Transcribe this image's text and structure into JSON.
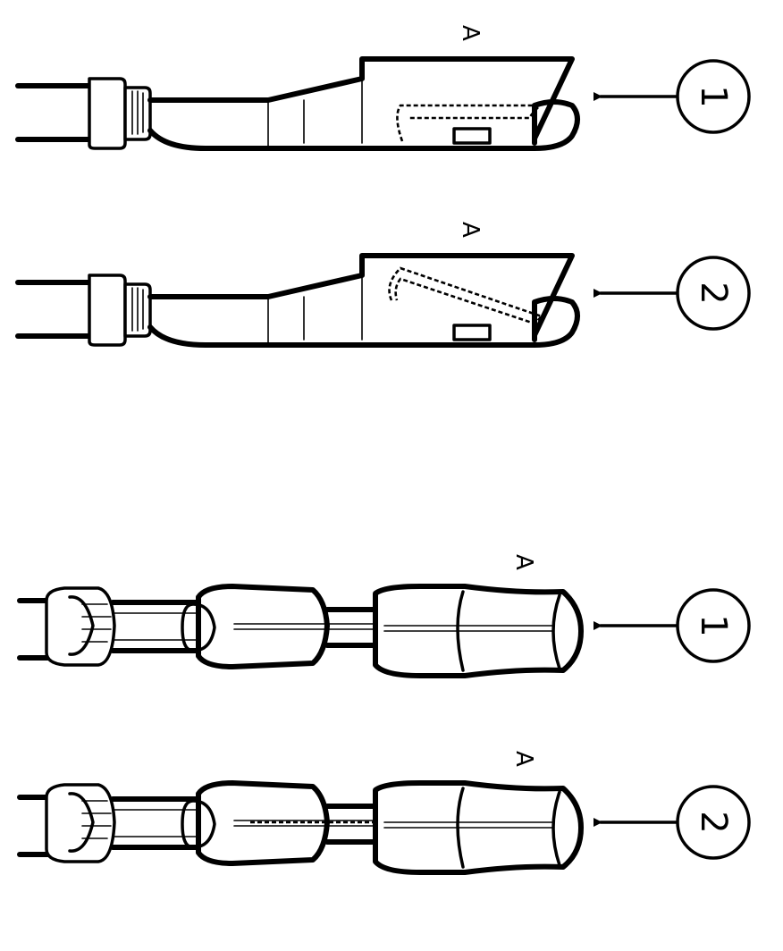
{
  "panels": [
    {
      "id": "flat-1",
      "label": "A",
      "callout": "1"
    },
    {
      "id": "flat-2",
      "label": "A",
      "callout": "2"
    },
    {
      "id": "round-1",
      "label": "A",
      "callout": "1"
    },
    {
      "id": "round-2",
      "label": "A",
      "callout": "2"
    }
  ]
}
